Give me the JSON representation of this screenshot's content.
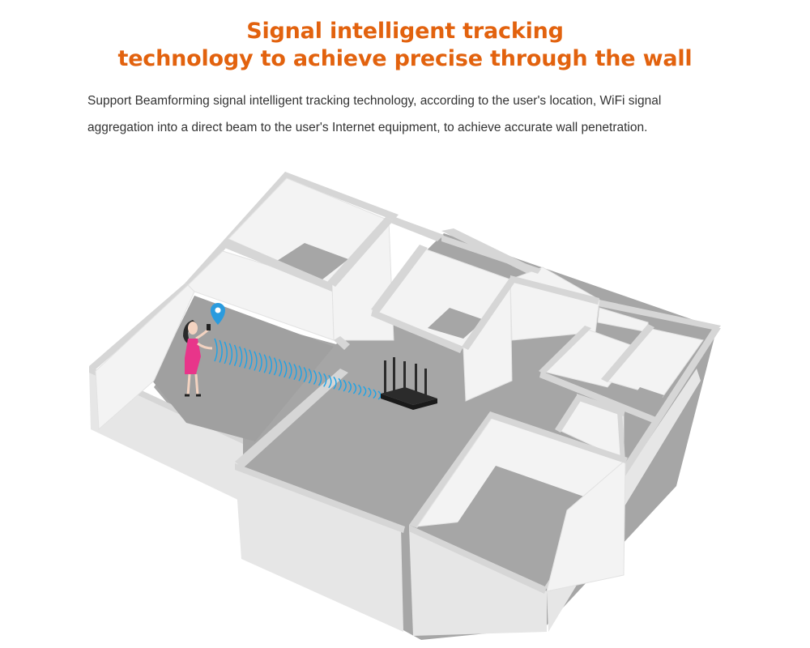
{
  "headline": {
    "line1": "Signal intelligent tracking",
    "line2": "technology to achieve precise through the wall"
  },
  "description": {
    "line1": "Support Beamforming signal intelligent tracking technology, according to the user's location, WiFi signal",
    "line2": "aggregation into a direct beam to the user's Internet equipment, to achieve accurate wall penetration."
  },
  "colors": {
    "headline": "#e2620e",
    "text": "#333333",
    "wall_top": "#d9d9d9",
    "wall_side": "#f2f2f2",
    "wall_face": "#e4e4e4",
    "floor": "#a3a3a3",
    "signal": "#1aa3e8",
    "location_pin": "#2a9bde",
    "dress": "#e8358a",
    "router": "#2b2b2b"
  },
  "icons": {
    "location_pin": "location-pin-icon",
    "router": "wifi-router-icon",
    "person": "person-figure",
    "signal": "signal-beam"
  }
}
